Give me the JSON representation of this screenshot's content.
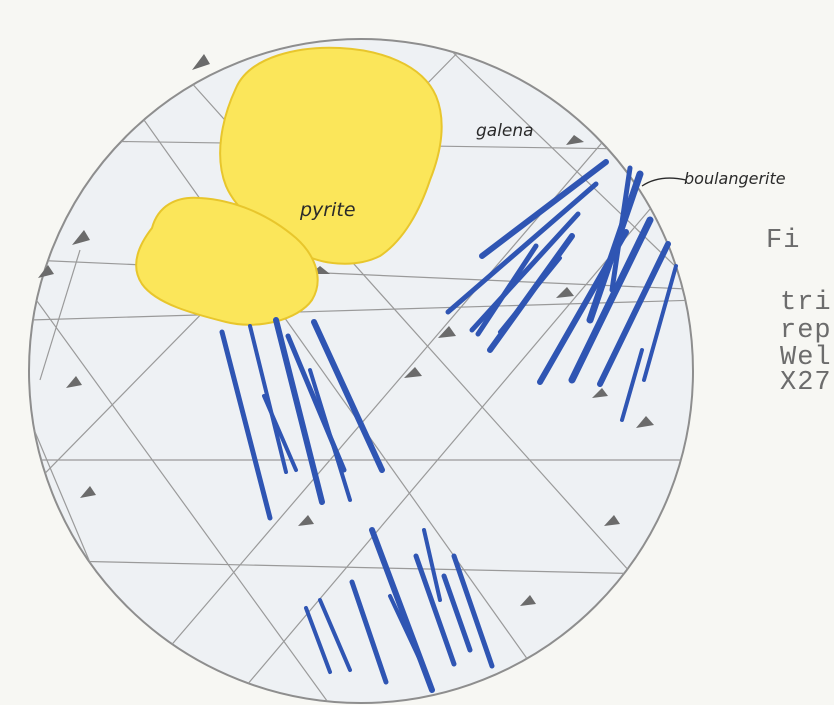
{
  "labels": {
    "galena": "galena",
    "pyrite": "pyrite",
    "boulangerite": "boulangerite"
  },
  "caption": {
    "line1": "Fi",
    "line2": "tri",
    "line3": "rep",
    "line4": "Wel",
    "line5": "X27"
  },
  "colors": {
    "paper": "#f7f7f3",
    "field": "#eef1f4",
    "field_outline": "#8e8e8e",
    "grid_lines": "#9a9a9a",
    "triangle_pits": "#6b6b6b",
    "pyrite_fill": "#fbe65a",
    "pyrite_edge": "#e8c62c",
    "boulangerite": "#2f55b3"
  }
}
